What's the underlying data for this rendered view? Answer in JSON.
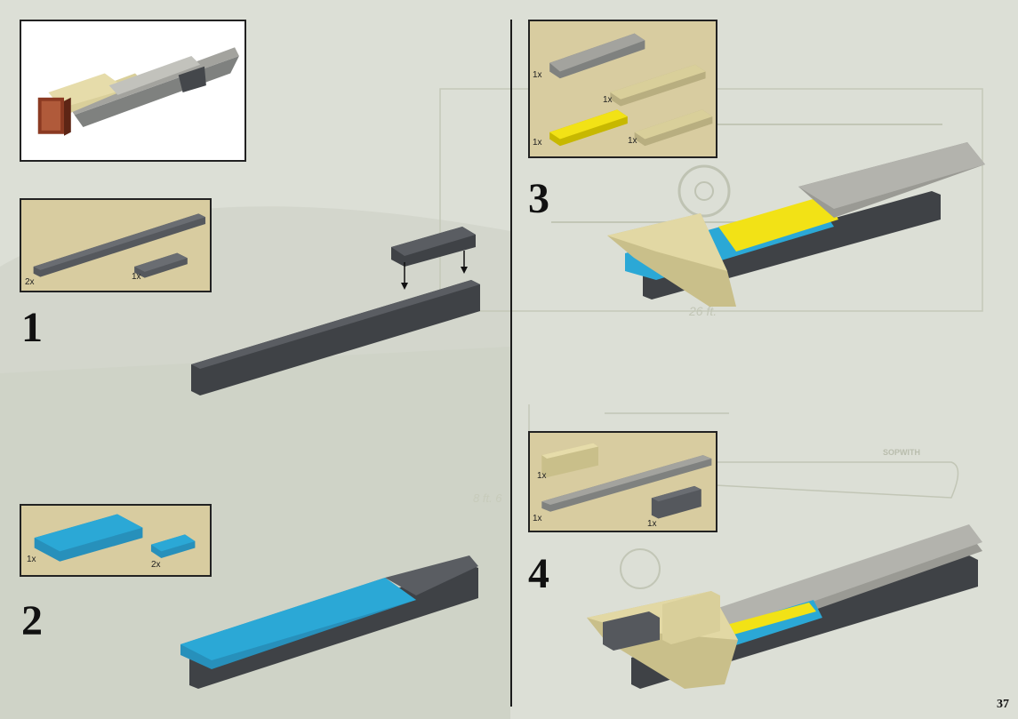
{
  "page": {
    "number": "37"
  },
  "background": {
    "dims": [
      {
        "id": "wingspan",
        "label": "26 ft."
      },
      {
        "id": "height",
        "label": "8 ft. 6"
      }
    ],
    "fuselage_text": "SOPWITH"
  },
  "steps": [
    {
      "number": "1",
      "parts": [
        {
          "qty": "2x"
        },
        {
          "qty": "1x"
        }
      ]
    },
    {
      "number": "2",
      "parts": [
        {
          "qty": "1x"
        },
        {
          "qty": "2x"
        }
      ]
    },
    {
      "number": "3",
      "parts": [
        {
          "qty": "1x"
        },
        {
          "qty": "1x"
        },
        {
          "qty": "1x"
        },
        {
          "qty": "1x"
        }
      ]
    },
    {
      "number": "4",
      "parts": [
        {
          "qty": "1x"
        },
        {
          "qty": "1x"
        },
        {
          "qty": "1x"
        }
      ]
    }
  ],
  "colors": {
    "dark_gray": "#55585d",
    "light_gray": "#9a9a94",
    "blue": "#2ba8d6",
    "yellow": "#f2e216",
    "tan": "#d9cf9a",
    "parts_bg": "#d8cca0",
    "page_bg": "#d9dcd2"
  }
}
